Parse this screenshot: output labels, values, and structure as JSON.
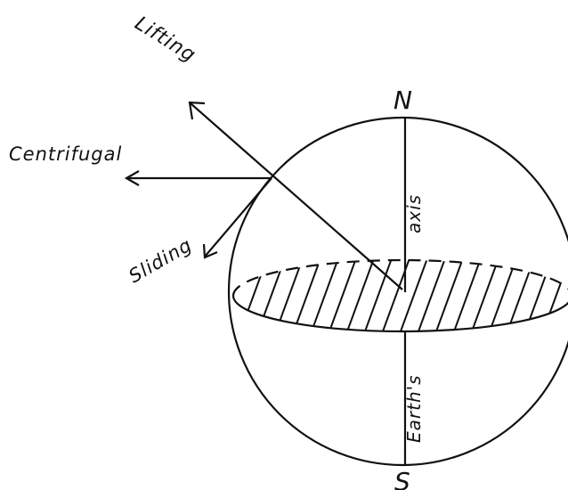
{
  "diagram": {
    "labels": {
      "north": "N",
      "south": "S",
      "axis_upper": "axis",
      "axis_lower": "Earth's",
      "lifting": "Lifting",
      "centrifugal": "Centrifugal",
      "sliding": "Sliding"
    },
    "colors": {
      "ink": "#111111",
      "background": "#ffffff"
    }
  }
}
